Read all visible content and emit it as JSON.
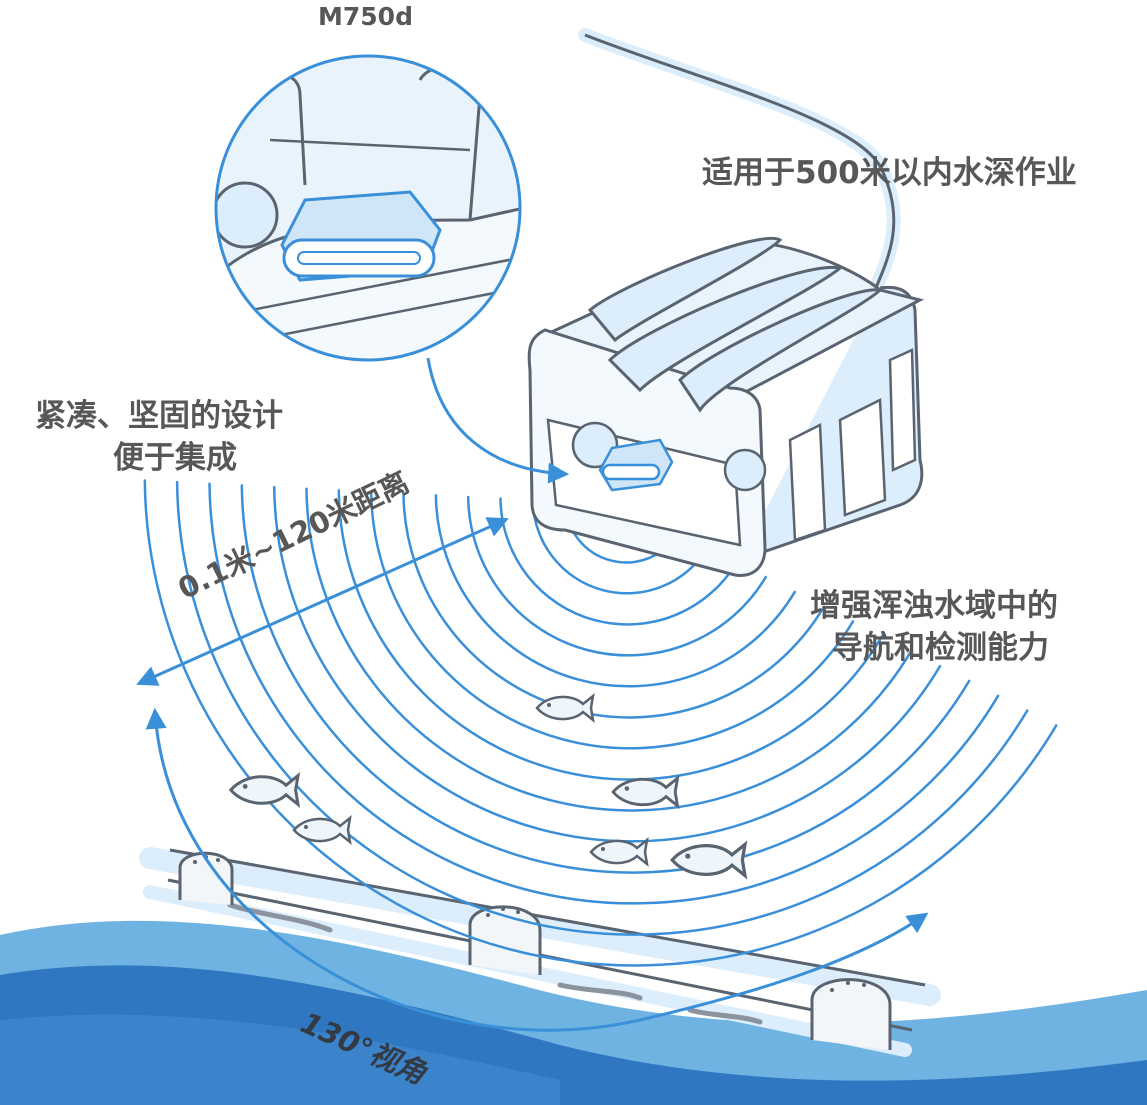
{
  "labels": {
    "model": "M750d",
    "depth": "适用于500米以内水深作业",
    "design_line1": "紧凑、坚固的设计",
    "design_line2": "便于集成",
    "turbid_line1": "增强浑浊水域中的",
    "turbid_line2": "导航和检测能力",
    "range": "0.1米~120米距离",
    "fov": "130°视角"
  },
  "colors": {
    "accent_blue": "#3a8fd9",
    "light_blue": "#dceefb",
    "water_dark": "#2f78c1",
    "water_light": "#6fb3e3",
    "outline": "#5a6470",
    "text": "#575757"
  },
  "icons": {
    "sonar_device": "sonar-device-icon",
    "fish": "fish-icon",
    "pipeline": "pipeline-icon"
  }
}
